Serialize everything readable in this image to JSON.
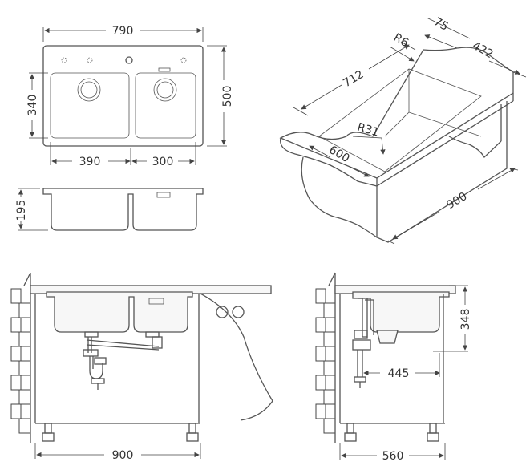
{
  "top_view": {
    "width": "790",
    "height": "500",
    "inner_height": "340",
    "bowl_left": "390",
    "bowl_right": "300"
  },
  "side_view": {
    "depth": "195"
  },
  "iso_view": {
    "length": "712",
    "width": "422",
    "edge": "75",
    "corner_radius": "R6",
    "bowl_radius": "R31",
    "front": "600",
    "cabinet_depth": "900"
  },
  "front_install": {
    "cabinet_width": "900"
  },
  "side_install": {
    "height": "348",
    "offset": "445",
    "cabinet_width": "560"
  },
  "colors": {
    "line": "#555555",
    "dim": "#444444",
    "fill": "#f7f7f7",
    "background": "#ffffff"
  }
}
